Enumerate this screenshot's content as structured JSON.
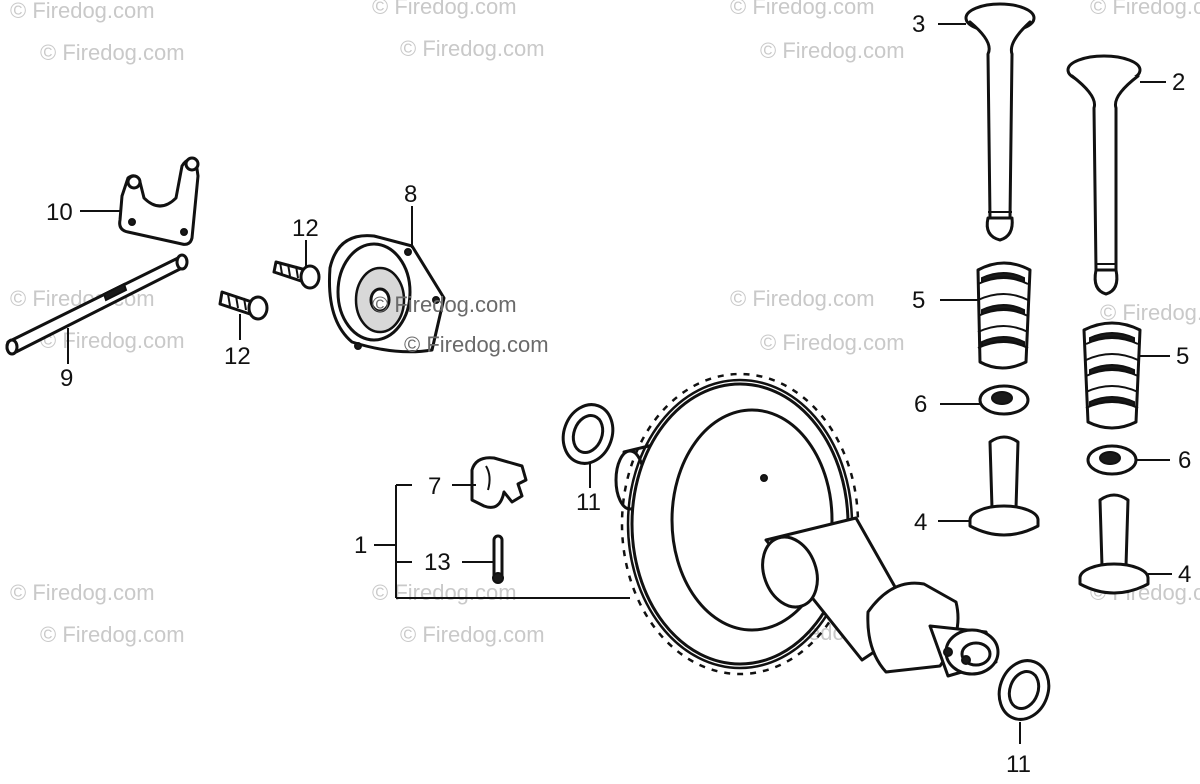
{
  "watermark": {
    "text": "© Firedog.com"
  },
  "callouts": {
    "c1": "1",
    "c2": "2",
    "c3": "3",
    "c4a": "4",
    "c4b": "4",
    "c5a": "5",
    "c5b": "5",
    "c6a": "6",
    "c6b": "6",
    "c7": "7",
    "c8": "8",
    "c9": "9",
    "c10": "10",
    "c11a": "11",
    "c11b": "11",
    "c12a": "12",
    "c12b": "12",
    "c13": "13"
  },
  "colors": {
    "line": "#111111",
    "watermark": "#c9c9c9"
  }
}
